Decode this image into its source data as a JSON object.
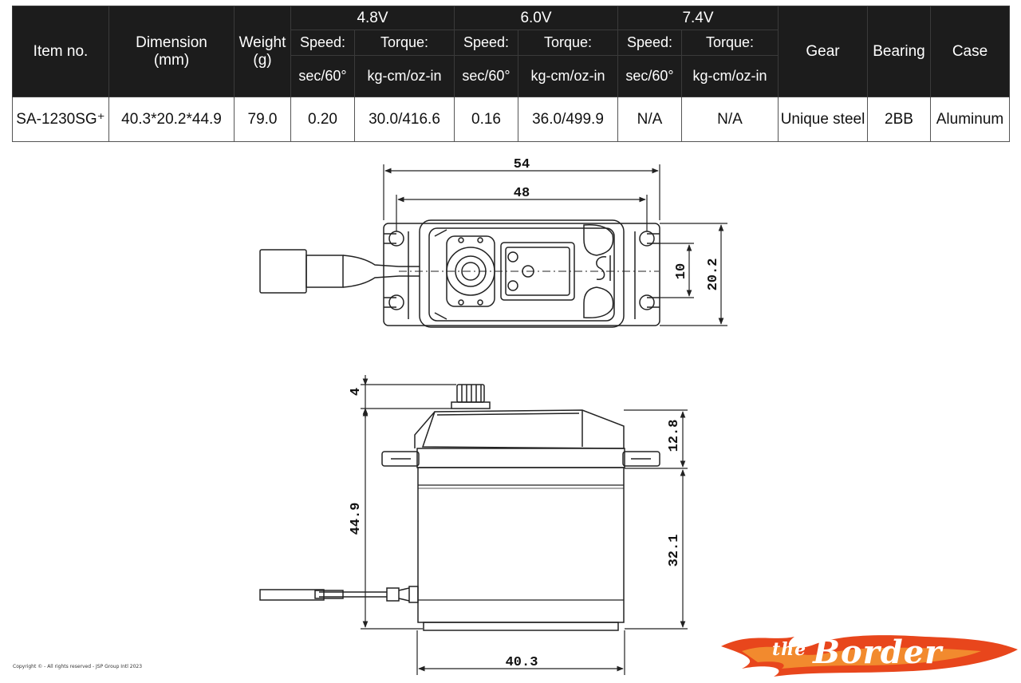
{
  "table": {
    "headers": {
      "item_no": "Item no.",
      "dimension": "Dimension",
      "dimension_unit": "(mm)",
      "weight": "Weight",
      "weight_unit": "(g)",
      "gear": "Gear",
      "bearing": "Bearing",
      "case": "Case"
    },
    "voltages": [
      "4.8V",
      "6.0V",
      "7.4V"
    ],
    "speed_label": "Speed:",
    "torque_label": "Torque:",
    "speed_unit": "sec/60°",
    "torque_unit": "kg-cm/oz-in",
    "row": {
      "item_no": "SA-1230SG⁺",
      "dimension": "40.3*20.2*44.9",
      "weight": "79.0",
      "speed_48": "0.20",
      "torque_48": "30.0/416.6",
      "speed_60": "0.16",
      "torque_60": "36.0/499.9",
      "speed_74": "N/A",
      "torque_74": "N/A",
      "gear": "Unique steel",
      "bearing": "2BB",
      "case": "Aluminum"
    }
  },
  "dimensions": {
    "top_overall_width": "54",
    "top_hole_spacing": "48",
    "top_tab_height": "10",
    "top_body_width": "20.2",
    "side_spline_height": "4",
    "side_total_height": "44.9",
    "side_upper_height": "12.8",
    "side_lower_height": "32.1",
    "side_width": "40.3"
  },
  "footer": {
    "copyright": "Copyright © - All rights reserved - JSP Group Intl 2023",
    "brand_small": "the",
    "brand_big": "Border"
  },
  "colors": {
    "header_bg": "#1c1c1c",
    "line": "#222222",
    "brand_flame": "#e8461c"
  }
}
